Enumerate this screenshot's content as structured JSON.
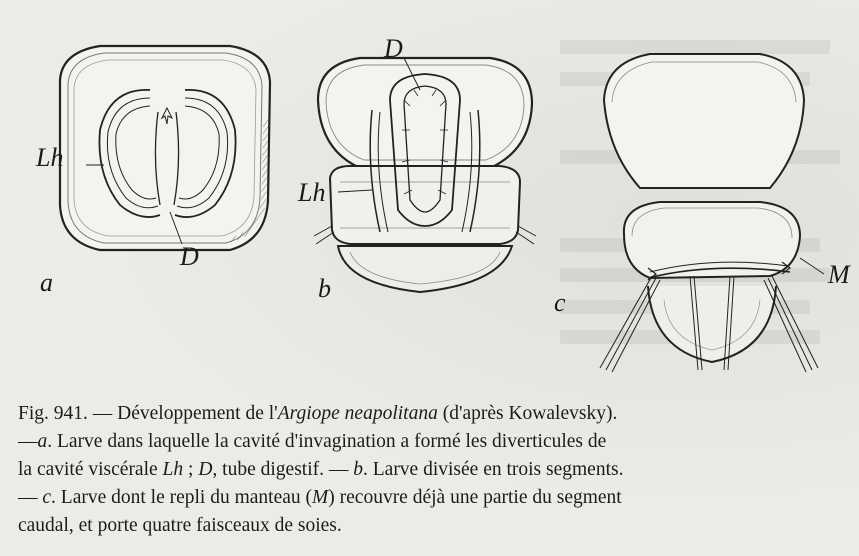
{
  "figure": {
    "panels": [
      {
        "letter": "a",
        "labels": [
          "Lh",
          "D"
        ]
      },
      {
        "letter": "b",
        "labels": [
          "D",
          "Lh"
        ]
      },
      {
        "letter": "c",
        "labels": [
          "M"
        ]
      }
    ]
  },
  "caption": {
    "line1": {
      "prefix": "Fig. 941. — Développement de l'",
      "species": "Argiope neapolitana",
      "suffix": " (d'après Kowalevsky)."
    },
    "line2": {
      "lead": "—",
      "a": "a",
      "text": ". Larve dans laquelle la cavité d'invagination a formé les diverticules de"
    },
    "line3": {
      "text1": "la cavité viscérale ",
      "lh": "Lh",
      "text2": " ; ",
      "d": "D",
      "text3": ", tube digestif. — ",
      "b": "b",
      "text4": ". Larve divisée en trois segments."
    },
    "line4": {
      "text1": "— ",
      "c": "c",
      "text2": ". Larve dont le repli du manteau (",
      "m": "M",
      "text3": ") recouvre déjà une partie du segment"
    },
    "line5": {
      "text": "caudal, et porte quatre faisceaux de soies."
    }
  }
}
